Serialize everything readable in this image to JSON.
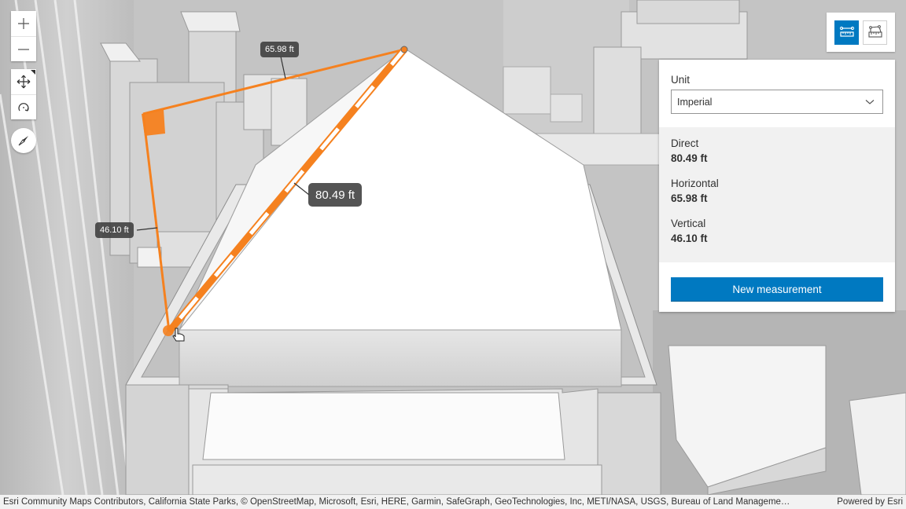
{
  "map": {
    "measurement_labels": {
      "horizontal": "65.98 ft",
      "direct": "80.49 ft",
      "vertical": "46.10 ft"
    },
    "measurement_color": "#f5811f"
  },
  "navigation": {
    "zoom_in_icon": "plus-icon",
    "zoom_out_icon": "minus-icon",
    "pan_icon": "pan-arrows-icon",
    "rotate_icon": "rotate-icon",
    "compass_icon": "compass-icon"
  },
  "tools": {
    "active_tool": "distance-measurement",
    "items": [
      {
        "name": "distance-measurement",
        "icon": "ruler-line-icon",
        "active": true
      },
      {
        "name": "area-measurement",
        "icon": "ruler-area-icon",
        "active": false
      }
    ],
    "accent_color": "#0079c1"
  },
  "panel": {
    "unit_label": "Unit",
    "unit_value": "Imperial",
    "results": [
      {
        "label": "Direct",
        "value": "80.49 ft"
      },
      {
        "label": "Horizontal",
        "value": "65.98 ft"
      },
      {
        "label": "Vertical",
        "value": "46.10 ft"
      }
    ],
    "new_measurement_label": "New measurement"
  },
  "attribution": {
    "text": "Esri Community Maps Contributors, California State Parks, © OpenStreetMap, Microsoft, Esri, HERE, Garmin, SafeGraph, GeoTechnologies, Inc, METI/NASA, USGS, Bureau of Land Manageme…",
    "powered_by": "Powered by Esri"
  }
}
